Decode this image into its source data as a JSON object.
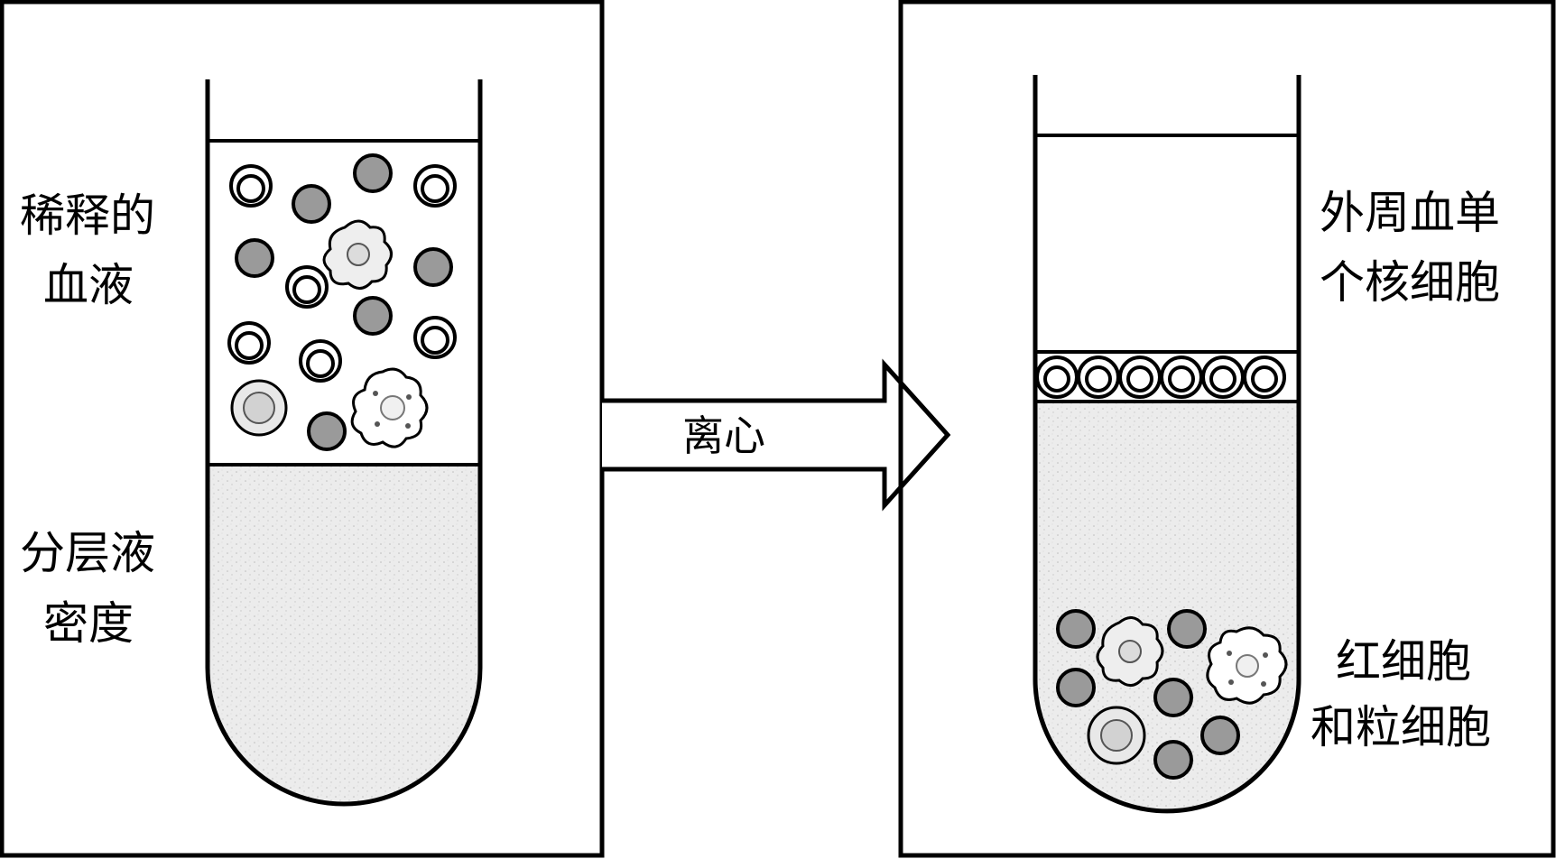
{
  "left_panel": {
    "label_top_line1": "稀释的",
    "label_top_line2": "血液",
    "label_bottom_line1": "分层液",
    "label_bottom_line2": "密度"
  },
  "arrow": {
    "label": "离心"
  },
  "right_panel": {
    "label_top_line1": "外周血单",
    "label_top_line2": "个核细胞",
    "label_bottom_line1": "红细胞",
    "label_bottom_line2": "和粒细胞"
  },
  "colors": {
    "outline": "#000000",
    "background": "#ffffff",
    "density_medium": "#ececec",
    "cell_fill": "#9a9a9a",
    "cell_ring": "#c4c4c4"
  }
}
